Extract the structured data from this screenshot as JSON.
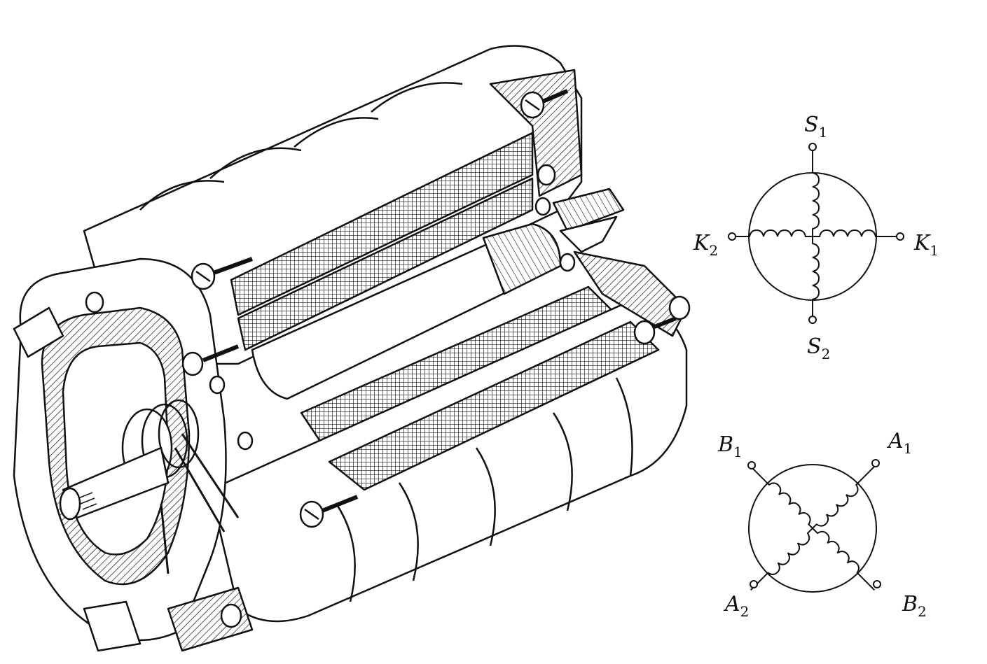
{
  "figure": {
    "stator_diagram": {
      "terminals": {
        "s1": {
          "letter": "S",
          "sub": "1"
        },
        "s2": {
          "letter": "S",
          "sub": "2"
        },
        "k1": {
          "letter": "K",
          "sub": "1"
        },
        "k2": {
          "letter": "K",
          "sub": "2"
        }
      }
    },
    "rotor_diagram": {
      "terminals": {
        "a1": {
          "letter": "A",
          "sub": "1"
        },
        "a2": {
          "letter": "A",
          "sub": "2"
        },
        "b1": {
          "letter": "B",
          "sub": "1"
        },
        "b2": {
          "letter": "B",
          "sub": "2"
        }
      }
    },
    "colors": {
      "ink": "#111111",
      "paper": "#ffffff"
    }
  }
}
